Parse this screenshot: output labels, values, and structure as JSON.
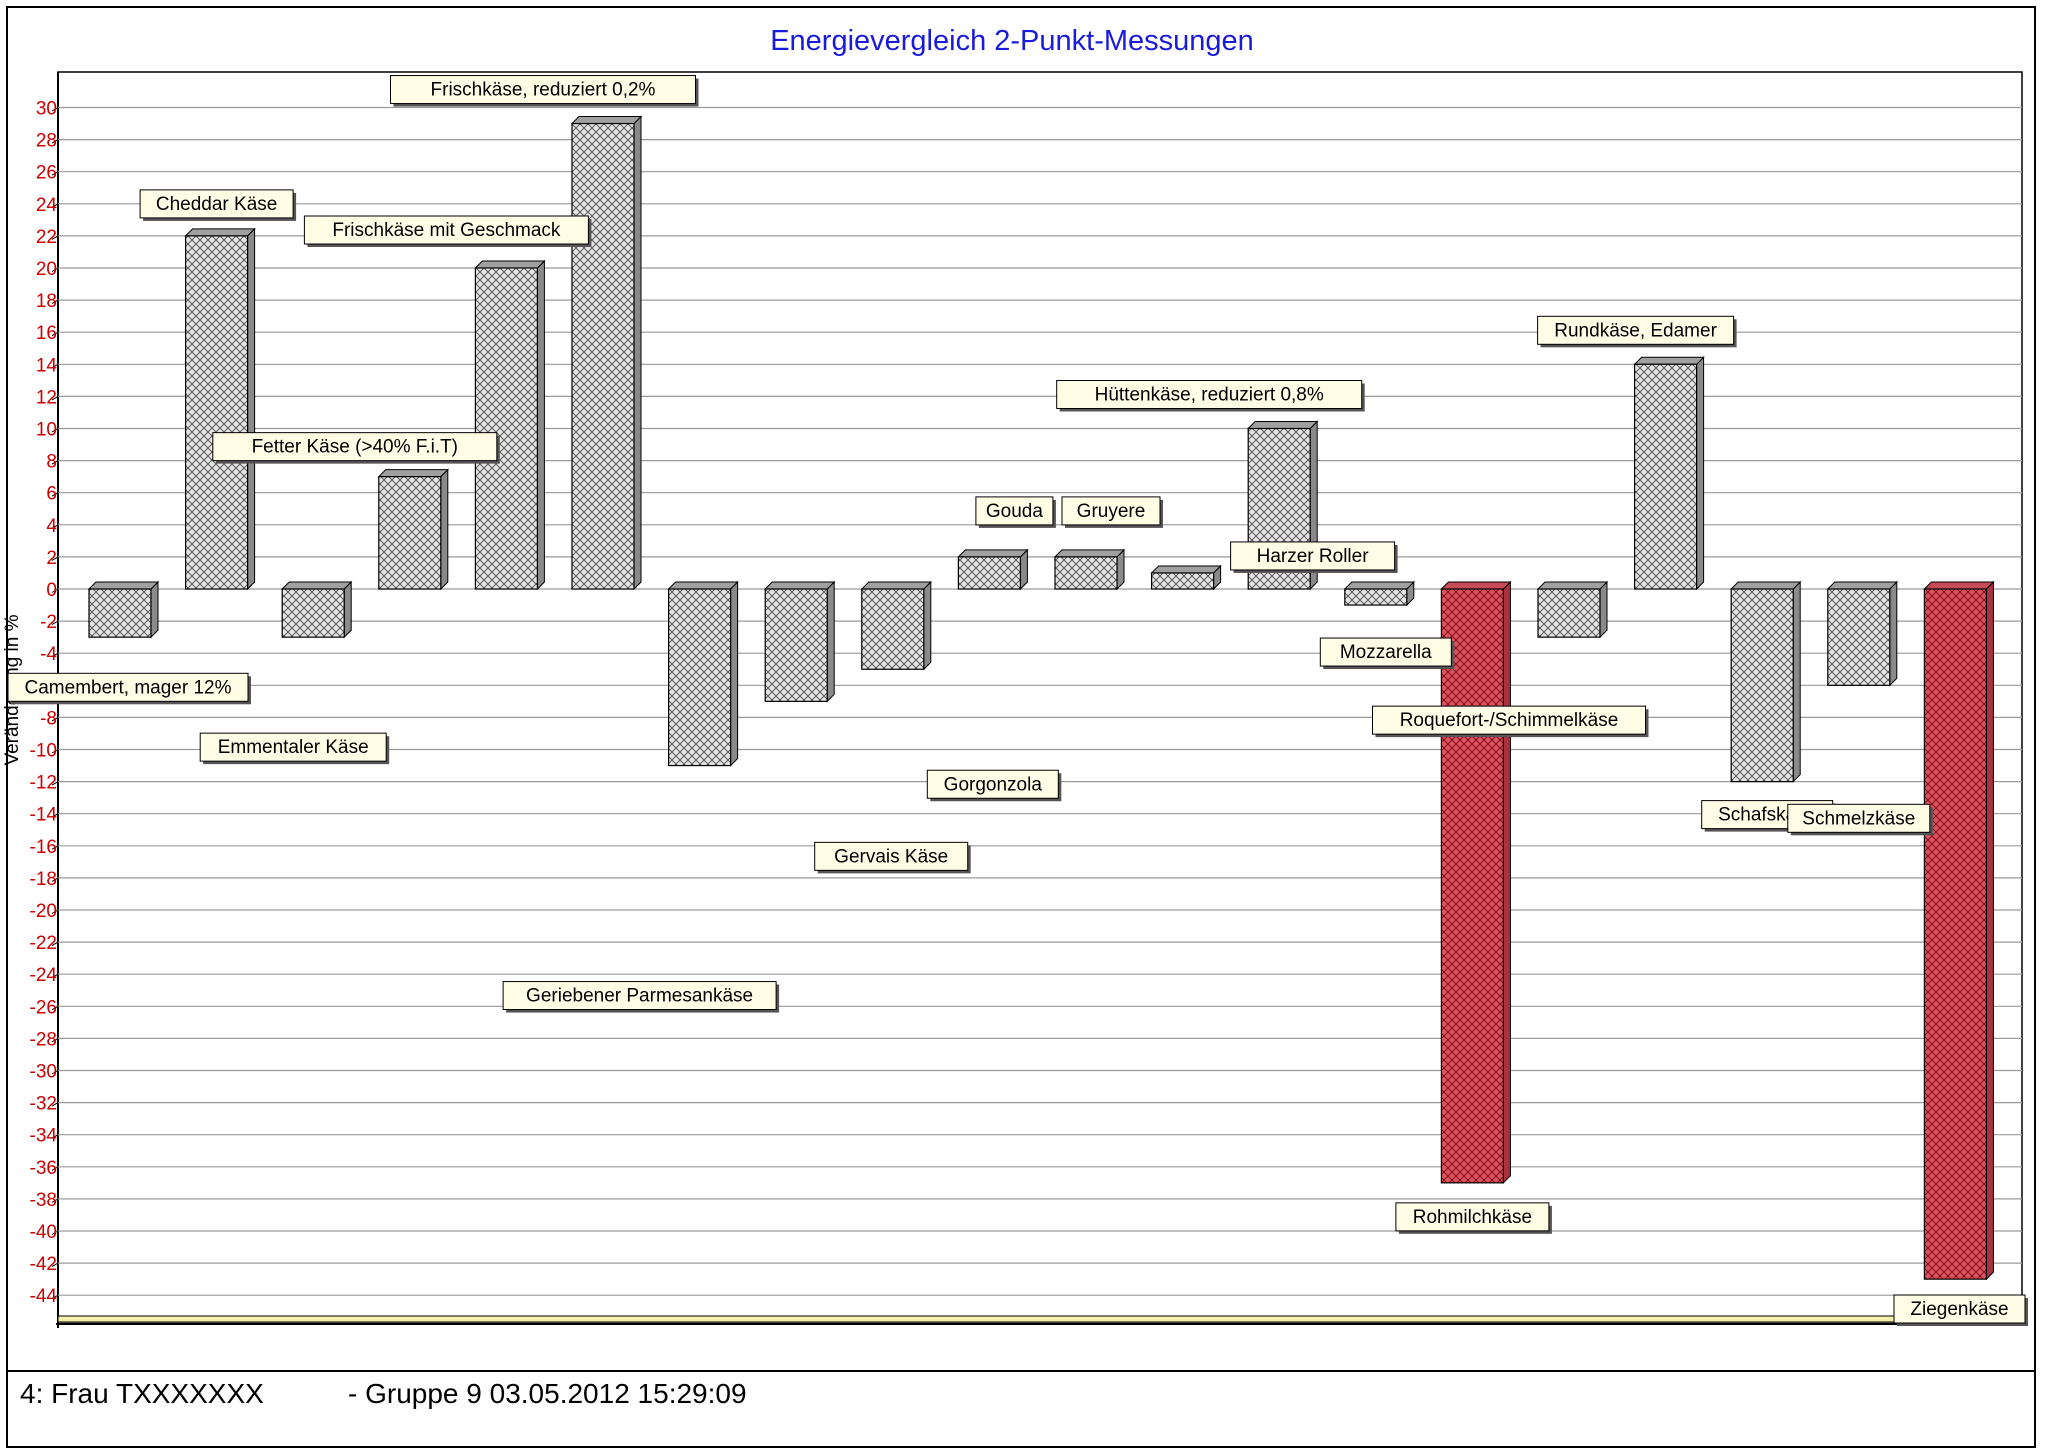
{
  "footer": {
    "left": "4: Frau TXXXXXXX",
    "right": "- Gruppe 9 03.05.2012 15:29:09"
  },
  "chart_data": {
    "type": "bar",
    "title": "Energievergleich 2-Punkt-Messungen",
    "xlabel": "",
    "ylabel": "Veränderung in %",
    "ylim": [
      -46,
      32
    ],
    "yticks": [
      30,
      28,
      26,
      24,
      22,
      20,
      18,
      16,
      14,
      12,
      10,
      8,
      6,
      4,
      2,
      0,
      -2,
      -4,
      -6,
      -8,
      -10,
      -12,
      -14,
      -16,
      -18,
      -20,
      -22,
      -24,
      -26,
      -28,
      -30,
      -32,
      -34,
      -36,
      -38,
      -40,
      -42,
      -44
    ],
    "grid": true,
    "legend": "none",
    "colors": {
      "normal": "#e4e4e4",
      "highlight": "#d9545f",
      "title": "#1a1adb",
      "tick": "#cc0000",
      "floor": "#f4f0a8"
    },
    "categories": [
      "Camembert, mager 12%",
      "Cheddar Käse",
      "Emmentaler Käse",
      "Fetter Käse (>40% F.i.T)",
      "Frischkäse mit Geschmack",
      "Frischkäse, reduziert 0,2%",
      "Geriebener Parmesankäse",
      "Gervais Käse",
      "Gorgonzola",
      "Gouda",
      "Gruyere",
      "Harzer Roller",
      "Hüttenkäse, reduziert 0,8%",
      "Mozzarella",
      "Rohmilchkäse",
      "Roquefort-/Schimmelkäse",
      "Rundkäse, Edamer",
      "Schafskäse",
      "Schmelzkäse",
      "Ziegenkäse"
    ],
    "values": [
      -3,
      22,
      -3,
      7,
      20,
      29,
      -11,
      -7,
      -5,
      2,
      2,
      1,
      10,
      -1,
      -37,
      -3,
      14,
      -12,
      -6,
      -43
    ],
    "highlighted": [
      "Rohmilchkäse",
      "Ziegenkäse"
    ]
  }
}
